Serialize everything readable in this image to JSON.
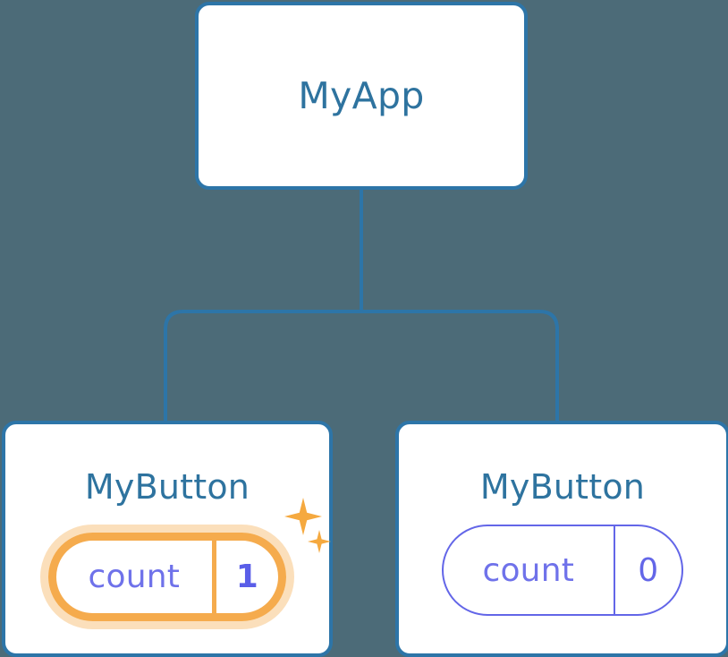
{
  "diagram": {
    "type": "component-tree",
    "background_color": "#4c6b78",
    "connector_color": "#2d75a8",
    "node_border_color": "#2d75a8",
    "node_fill_color": "#ffffff",
    "title_color": "#2e739f",
    "state_text_color": "#6366e8",
    "highlight_color": "#f5ab4d",
    "sparkle_color": "#f5a93f",
    "root": {
      "label": "MyApp"
    },
    "children": [
      {
        "label": "MyButton",
        "state": {
          "key": "count",
          "value": "1"
        },
        "highlighted": true,
        "sparkles": [
          {
            "name": "sparkle-large"
          },
          {
            "name": "sparkle-small"
          }
        ]
      },
      {
        "label": "MyButton",
        "state": {
          "key": "count",
          "value": "0"
        },
        "highlighted": false
      }
    ]
  }
}
